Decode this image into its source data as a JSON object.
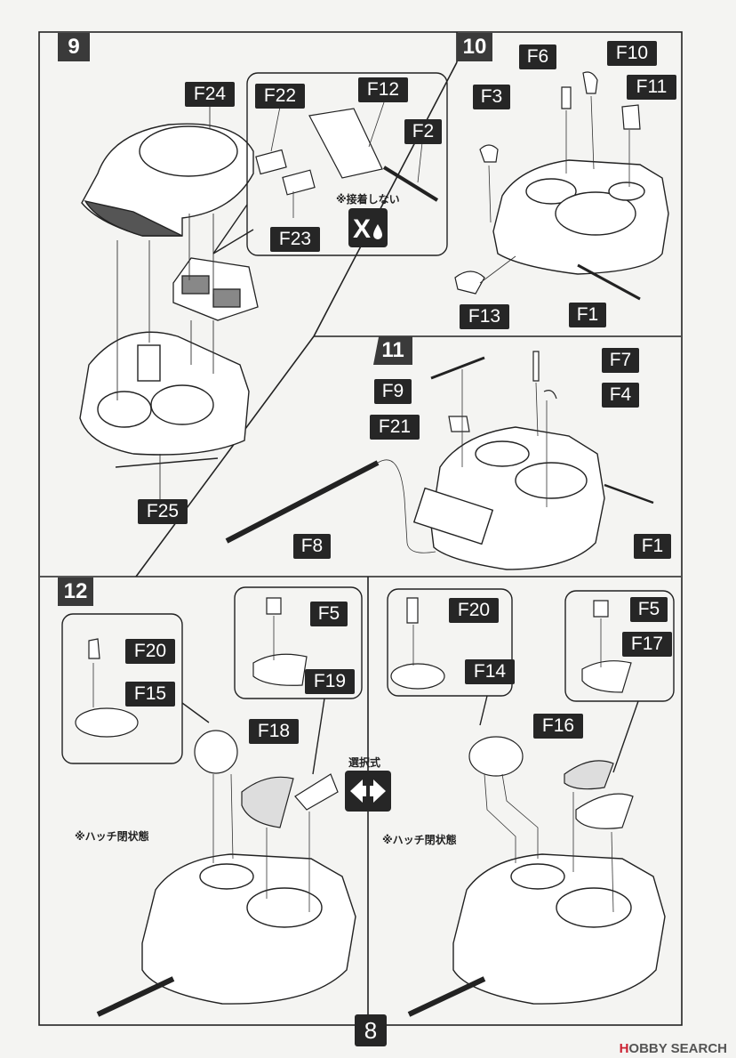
{
  "page_number": "8",
  "steps": [
    {
      "number": "9",
      "labels": [
        "F24",
        "F22",
        "F12",
        "F2",
        "F23",
        "F25"
      ],
      "note": "※接着しない"
    },
    {
      "number": "10",
      "labels": [
        "F6",
        "F10",
        "F11",
        "F3",
        "F13",
        "F1"
      ]
    },
    {
      "number": "11",
      "labels": [
        "F7",
        "F9",
        "F4",
        "F21",
        "F8",
        "F1"
      ]
    },
    {
      "number": "12",
      "left": {
        "labels": [
          "F20",
          "F15",
          "F5",
          "F19",
          "F18"
        ],
        "note": "※ハッチ閉状態"
      },
      "right": {
        "labels": [
          "F20",
          "F14",
          "F5",
          "F17",
          "F16"
        ],
        "note": "※ハッチ閉状態"
      },
      "choice_label": "選択式"
    }
  ],
  "icons": {
    "no_glue": "no-glue-icon",
    "choice": "choice-arrows-icon"
  },
  "watermark": {
    "brand_a": "H",
    "brand_b": "OBBY",
    "brand_c": "SEARCH"
  },
  "colors": {
    "label_bg": "#262626",
    "step_bg": "#3a3a3a",
    "paper": "#f4f4f2",
    "line": "#222222"
  }
}
